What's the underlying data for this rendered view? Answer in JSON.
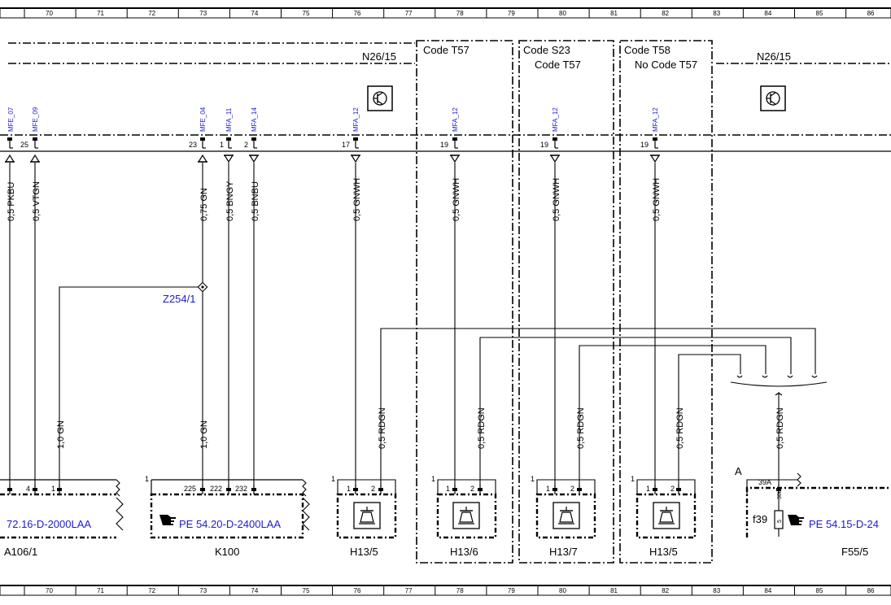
{
  "ruler_top": [
    "70",
    "71",
    "72",
    "73",
    "74",
    "75",
    "76",
    "77",
    "78",
    "79",
    "80",
    "81",
    "82",
    "83",
    "84",
    "85",
    "86"
  ],
  "ruler_bottom": [
    "70",
    "71",
    "72",
    "73",
    "74",
    "75",
    "76",
    "77",
    "78",
    "79",
    "80",
    "81",
    "82",
    "83",
    "84",
    "85",
    "86"
  ],
  "modules": {
    "left": "N26/15",
    "right": "N26/15"
  },
  "codes": {
    "t57": "Code T57",
    "s23": "Code S23",
    "t57b": "Code T57",
    "t58": "Code T58",
    "no_t57": "No Code T57"
  },
  "pins_top": {
    "p25": "25",
    "p23": "23",
    "p1": "1",
    "p2": "2",
    "p17": "17",
    "p19a": "19",
    "p19b": "19",
    "p19c": "19"
  },
  "signals": {
    "mfe07": "MFE_07",
    "mfe09": "MFE_09",
    "mfe04": "MFE_04",
    "mfa11": "MFA_11",
    "mfa14": "MFA_14",
    "mfa12a": "MFA_12",
    "mfa12b": "MFA_12",
    "mfa12c": "MFA_12",
    "mfa12d": "MFA_12"
  },
  "wires": {
    "pkbu": "0,5 PKBU",
    "vtgn": "0,5 VTGN",
    "gn075": "0,75 GN",
    "bngy": "0,5 BNGY",
    "bnbu": "0,5 BNBU",
    "gnwh1": "0,5 GNWH",
    "gnwh2": "0,5 GNWH",
    "gnwh3": "0,5 GNWH",
    "gnwh4": "0,5 GNWH",
    "gn10a": "1,0 GN",
    "gn10b": "1,0 GN",
    "rdgn1": "0,5 RDGN",
    "rdgn2": "0,5 RDGN",
    "rdgn3": "0,5 RDGN",
    "rdgn4": "0,5 RDGN",
    "rdgn5": "0,5 RDGN"
  },
  "splice": "Z254/1",
  "pins_bottom": {
    "a4": "4",
    "a1": "1",
    "k225": "225",
    "k222": "222",
    "k232": "232",
    "h1a": "1",
    "h2a": "2",
    "h1b": "1",
    "h2b": "2",
    "h1c": "1",
    "h2c": "2",
    "h1d": "1",
    "h2d": "2",
    "f39a": "39A",
    "f30t": "30t",
    "f5": "5"
  },
  "refs": {
    "a106": "72.16-D-2000LAA",
    "k100": "PE 54.20-D-2400LAA",
    "f55": "PE 54.15-D-24"
  },
  "components": {
    "a106": "A106/1",
    "k100": "K100",
    "h135a": "H13/5",
    "h136": "H13/6",
    "h137": "H13/7",
    "h135b": "H13/5",
    "f55": "F55/5",
    "f39": "f39",
    "a_label": "A",
    "one_k": "1",
    "one_h1": "1",
    "one_h2": "1",
    "one_h3": "1",
    "one_h4": "1"
  }
}
